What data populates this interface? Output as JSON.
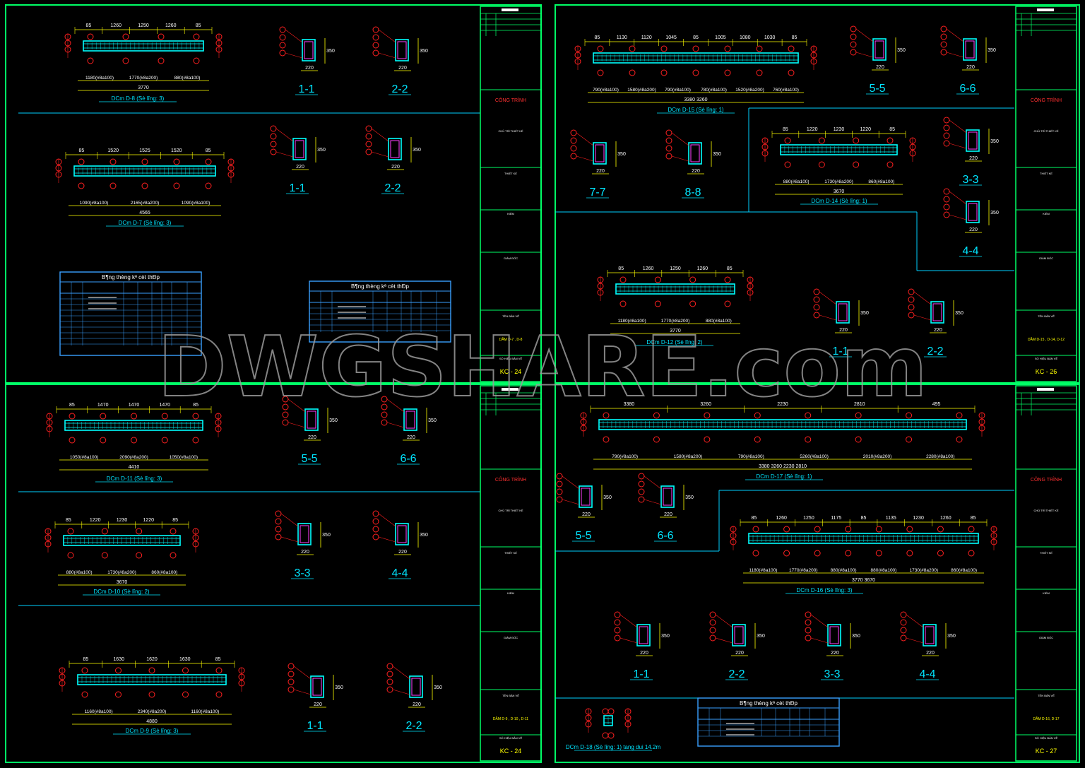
{
  "watermark": "DWGSHARE.com",
  "colors": {
    "background": "#000000",
    "frame": "#00ff66",
    "panel_line": "#00d0ff",
    "beam_cyan": "#00ffff",
    "rebar_red": "#ff2020",
    "dim_yellow": "#ffff00",
    "label_white": "#ffffff",
    "section_cyan": "#00e5ff",
    "title_red": "#ff3030",
    "stirrup_magenta": "#ff40ff",
    "table_blue": "#3aa0ff",
    "watermark": "#9a9a9a"
  },
  "title_blocks": [
    {
      "project": "CÔNG TRÌNH",
      "drawing": "DẦM D-7 , D-8",
      "code": "KC - 24"
    },
    {
      "project": "CÔNG TRÌNH",
      "drawing": "DẦM D-15 , D-14, D-12",
      "code": "KC - 26"
    },
    {
      "project": "CÔNG TRÌNH",
      "drawing": "DẦM D-9 , D-10 , D-11",
      "code": "KC - 24"
    },
    {
      "project": "CÔNG TRÌNH",
      "drawing": "DẦM D-16, D-17",
      "code": "KC - 27"
    }
  ],
  "beams": [
    {
      "title": "DCm D-8 (Sè l­îng: 3)",
      "top_dims": [
        "85",
        "1260",
        "1250",
        "1260",
        "85"
      ],
      "bottom_dims": [
        "1180(#8a100)",
        "1770(#8a200)",
        "880(#8a100)"
      ],
      "total": "3770"
    },
    {
      "title": "DCm D-7 (Sè l­îng: 3)",
      "top_dims": [
        "85",
        "1520",
        "1525",
        "1520",
        "85"
      ],
      "bottom_dims": [
        "1090(#8a100)",
        "2165(#8a200)",
        "1090(#8a100)"
      ],
      "total": "4565"
    },
    {
      "title": "DCm D-11 (Sè l­îng: 3)",
      "top_dims": [
        "85",
        "1470",
        "1470",
        "1470",
        "85"
      ],
      "bottom_dims": [
        "1050(#8a100)",
        "2090(#8a200)",
        "1050(#8a100)"
      ],
      "total": "4410"
    },
    {
      "title": "DCm D-10 (Sè l­îng: 2)",
      "top_dims": [
        "85",
        "1220",
        "1230",
        "1220",
        "85"
      ],
      "bottom_dims": [
        "880(#8a100)",
        "1730(#8a200)",
        "860(#8a100)"
      ],
      "total": "3670"
    },
    {
      "title": "DCm D-9 (Sè l­îng: 3)",
      "top_dims": [
        "85",
        "1630",
        "1620",
        "1630",
        "85"
      ],
      "bottom_dims": [
        "1160(#8a100)",
        "2340(#8a200)",
        "1160(#8a100)"
      ],
      "total": "4880"
    },
    {
      "title": "DCm D-15 (Sè l­îng: 1)",
      "top_dims": [
        "85",
        "1130",
        "1120",
        "1045",
        "85",
        "1005",
        "1080",
        "1030",
        "85"
      ],
      "bottom_dims": [
        "790(#8a100)",
        "1580(#8a200)",
        "790(#8a100)",
        "780(#8a100)",
        "1520(#8a200)",
        "760(#8a100)"
      ],
      "total": "3380   3260"
    },
    {
      "title": "DCm D-14 (Sè l­îng: 1)",
      "top_dims": [
        "85",
        "1220",
        "1230",
        "1220",
        "85"
      ],
      "bottom_dims": [
        "880(#8a100)",
        "1730(#8a200)",
        "860(#8a100)"
      ],
      "total": "3670"
    },
    {
      "title": "DCm D-12 (Sè l­îng: 2)",
      "top_dims": [
        "85",
        "1260",
        "1250",
        "1260",
        "85"
      ],
      "bottom_dims": [
        "1180(#8a100)",
        "1770(#8a200)",
        "880(#8a100)"
      ],
      "total": "3770"
    },
    {
      "title": "DCm D-17 (Sè l­îng: 1)",
      "top_dims": [
        "3380",
        "3260",
        "2230",
        "2810",
        "495"
      ],
      "bottom_dims": [
        "790(#8a100)",
        "1580(#8a200)",
        "790(#8a100)",
        "5260(#8a100)",
        "2010(#8a200)",
        "2280(#8a100)"
      ],
      "total": "3380   3260   2230   2810"
    },
    {
      "title": "DCm D-16 (Sè l­îng: 3)",
      "top_dims": [
        "85",
        "1260",
        "1250",
        "1175",
        "85",
        "1135",
        "1230",
        "1260",
        "85"
      ],
      "bottom_dims": [
        "1180(#8a100)",
        "1770(#8a200)",
        "880(#8a100)",
        "880(#8a100)",
        "1730(#8a200)",
        "860(#8a100)"
      ],
      "total": "3770   3670"
    },
    {
      "title": "DCm D-18 (Sè l­îng: 1) tang dui 14.2m",
      "top_dims": [],
      "bottom_dims": [],
      "total": ""
    }
  ],
  "sections": [
    {
      "label": "1-1",
      "h": "350",
      "w": "220"
    },
    {
      "label": "2-2",
      "h": "350",
      "w": "220"
    },
    {
      "label": "3-3",
      "h": "350",
      "w": "220"
    },
    {
      "label": "4-4",
      "h": "350",
      "w": "220"
    },
    {
      "label": "5-5",
      "h": "350",
      "w": "220"
    },
    {
      "label": "6-6",
      "h": "350",
      "w": "220"
    },
    {
      "label": "7-7",
      "h": "350",
      "w": "220"
    },
    {
      "label": "8-8",
      "h": "350",
      "w": "220"
    }
  ],
  "tables": [
    {
      "title": "B¶ng thèng kª cèt thÐp"
    },
    {
      "title": "B¶ng thèng kª cèt thÐp"
    },
    {
      "title": "B¶ng thèng kª cèt thÐp"
    }
  ]
}
